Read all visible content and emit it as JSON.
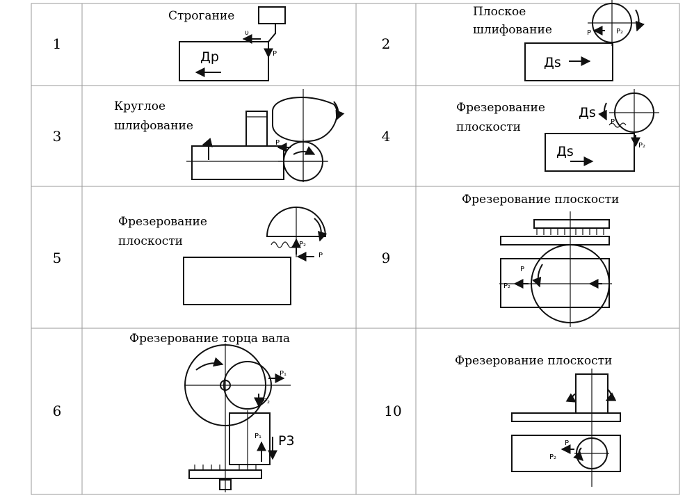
{
  "rows": [
    {
      "left": {
        "number": "1",
        "title": [
          "Строгание"
        ],
        "labels": [
          "υ",
          "Др",
          "P"
        ]
      },
      "right": {
        "number": "2",
        "title": [
          "Плоское",
          "шлифование"
        ],
        "labels": [
          "P",
          "P₂",
          "Дs"
        ]
      }
    },
    {
      "left": {
        "number": "3",
        "title": [
          "Круглое",
          "шлифование"
        ],
        "labels": [
          "P"
        ]
      },
      "right": {
        "number": "4",
        "title": [
          "Фрезерование",
          "плоскости"
        ],
        "labels": [
          "Дs",
          "P",
          "Дs",
          "P₂"
        ]
      }
    },
    {
      "left": {
        "number": "5",
        "title": [
          "Фрезерование",
          "плоскости"
        ],
        "labels": [
          "P₂",
          "P"
        ]
      },
      "right": {
        "number": "9",
        "title": [
          "Фрезерование плоскости"
        ],
        "labels": [
          "P",
          "P₂"
        ]
      }
    },
    {
      "left": {
        "number": "6",
        "title": [
          "Фрезерование торца вала"
        ],
        "labels": [
          "P₁",
          "P₂",
          "P₁",
          "P3"
        ]
      },
      "right": {
        "number": "10",
        "title": [
          "Фрезерование плоскости"
        ],
        "labels": [
          "P",
          "P₂"
        ]
      }
    }
  ]
}
